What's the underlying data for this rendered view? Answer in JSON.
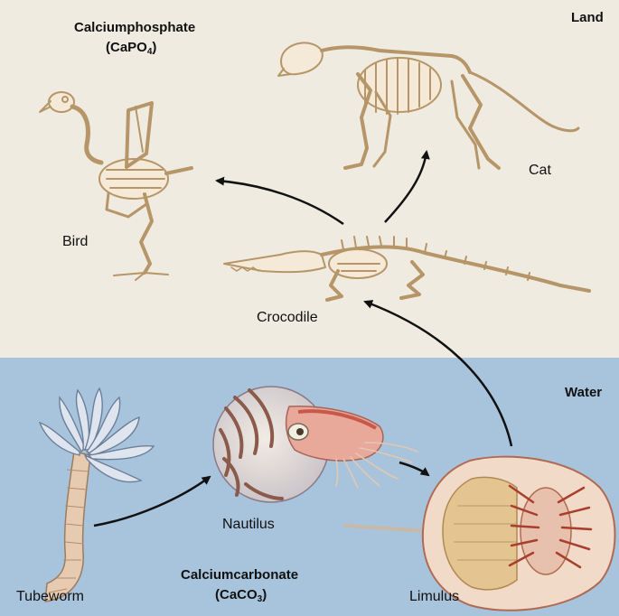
{
  "colors": {
    "land_background": "#efebe1",
    "water_background": "#a8c4dc",
    "arrow": "#111111",
    "bone_fill": "#f5ead7",
    "bone_stroke": "#b69668"
  },
  "land": {
    "region_label": "Land",
    "mineral": {
      "name": "Calciumphosphate",
      "formula_prefix": "(CaPO",
      "formula_subscript": "4",
      "formula_suffix": ")"
    },
    "animals": {
      "bird": "Bird",
      "cat": "Cat",
      "crocodile": "Crocodile"
    }
  },
  "water": {
    "region_label": "Water",
    "mineral": {
      "name": "Calciumcarbonate",
      "formula_prefix": "(CaCO",
      "formula_subscript": "3",
      "formula_suffix": ")"
    },
    "animals": {
      "tubeworm": "Tubeworm",
      "nautilus": "Nautilus",
      "limulus": "Limulus"
    }
  },
  "icons": [
    "bird-skeleton-icon",
    "cat-skeleton-icon",
    "crocodile-skeleton-icon",
    "tubeworm-icon",
    "nautilus-icon",
    "limulus-icon",
    "arrow-icon"
  ]
}
